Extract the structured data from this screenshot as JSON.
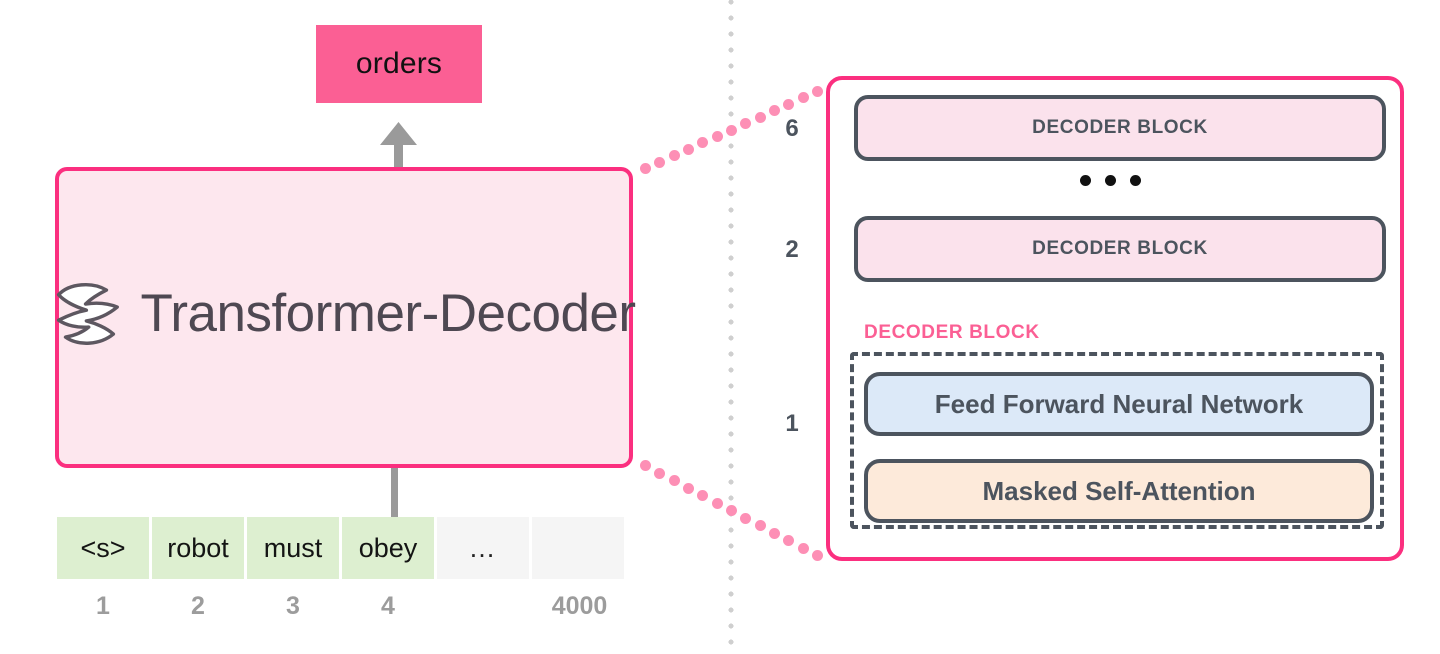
{
  "title": "Transformer-Decoder language model diagram",
  "left": {
    "output_token": "orders",
    "model_name": "Transformer-Decoder",
    "logo_icon": "bird-logo-icon",
    "up_arrow_icon": "arrow-up-icon",
    "down_connector_icon": "vertical-line-icon",
    "tokens": [
      {
        "text": "<s>",
        "index": "1",
        "filled": true
      },
      {
        "text": "robot",
        "index": "2",
        "filled": true
      },
      {
        "text": "must",
        "index": "3",
        "filled": true
      },
      {
        "text": "obey",
        "index": "4",
        "filled": true
      },
      {
        "text": "…",
        "index": "",
        "filled": false
      },
      {
        "text": "",
        "index": "4000",
        "filled": false
      }
    ]
  },
  "right": {
    "layers": [
      {
        "number": "6",
        "label": "DECODER BLOCK"
      },
      {
        "number": "2",
        "label": "DECODER BLOCK"
      }
    ],
    "ellipsis_icon": "horizontal-ellipsis-icon",
    "expanded": {
      "number": "1",
      "label": "DECODER BLOCK",
      "sublayers": [
        {
          "name": "Feed Forward Neural Network"
        },
        {
          "name": "Masked Self-Attention"
        }
      ]
    }
  },
  "colors": {
    "accent_pink": "#fb2f7f",
    "token_pink": "#fb5f94",
    "panel_pink_fill": "#fde7ee",
    "block_pink_fill": "#fbe2ec",
    "slate": "#4c545e",
    "token_green": "#ddefd0",
    "token_empty": "#f5f5f5",
    "ffn_blue": "#dce9f8",
    "attn_peach": "#fdeada",
    "connector_dot": "#fd8fb5",
    "divider_dot": "#cfcfcf",
    "index_gray": "#9c9c9c",
    "arrow_gray": "#9a9a9a"
  }
}
